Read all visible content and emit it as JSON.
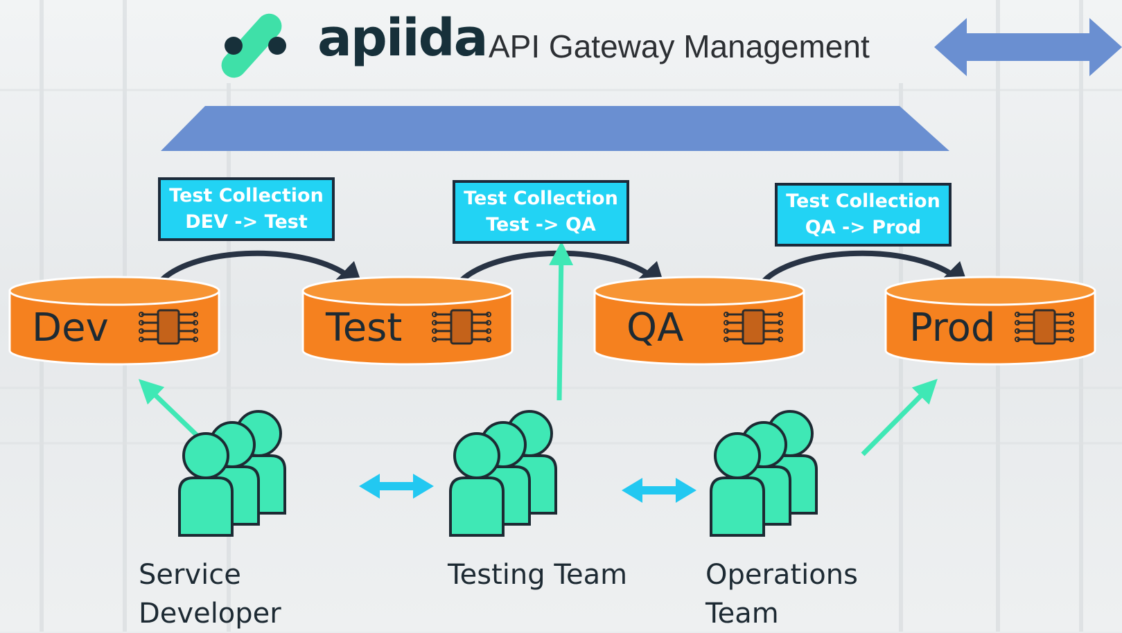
{
  "header": {
    "brand": "apiida",
    "subtitle": "API Gateway Management"
  },
  "test_collections": [
    {
      "line1": "Test Collection",
      "line2": "DEV -> Test"
    },
    {
      "line1": "Test Collection",
      "line2": "Test -> QA"
    },
    {
      "line1": "Test Collection",
      "line2": "QA -> Prod"
    }
  ],
  "environments": [
    {
      "label": "Dev"
    },
    {
      "label": "Test"
    },
    {
      "label": "QA"
    },
    {
      "label": "Prod"
    }
  ],
  "teams": [
    {
      "line1": "Service",
      "line2": "Developer"
    },
    {
      "line1": "Testing Team",
      "line2": ""
    },
    {
      "line1": "Operations",
      "line2": "Team"
    }
  ],
  "colors": {
    "bar_blue": "#6a8fd1",
    "env_orange": "#f5811f",
    "box_cyan": "#22d3f4",
    "people_green": "#3fe8b5",
    "logo_green": "#3fe0a8",
    "text_dark": "#1d2a33"
  }
}
